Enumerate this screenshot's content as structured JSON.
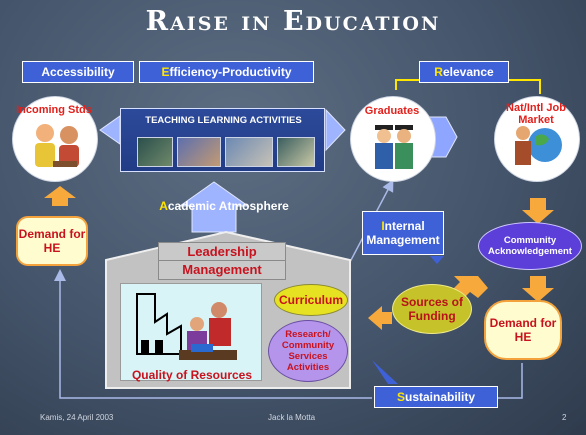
{
  "title": "Raise in Education",
  "top_boxes": {
    "accessibility": "Accessibility",
    "efficiency_initial": "E",
    "efficiency_rest": "fficiency-Productivity",
    "relevance_initial": "R",
    "relevance_rest": "elevance"
  },
  "stage_labels": {
    "incoming": "Incoming Stds",
    "graduates": "Graduates",
    "job_market": "Nat/Intl Job Market"
  },
  "teaching": "TEACHING LEARNING ACTIVITIES",
  "academic_initial": "A",
  "academic_rest": "cademic Atmosphere",
  "demand_left": "Demand for HE",
  "demand_right": "Demand for HE",
  "internal_initial": "I",
  "internal_rest": "nternal Management",
  "community": "Community Acknowledgement",
  "sources": "Sources of Funding",
  "leadership": "Leadership",
  "management": "Management",
  "curriculum": "Curriculum",
  "research": "Research/ Community Services Activities",
  "quality": "Quality of Resources",
  "sustainability_initial": "S",
  "sustainability_rest": "ustainability",
  "footer": {
    "left": "Kamis, 24 April 2003",
    "center": "Jack la Motta",
    "page": "2"
  },
  "colors": {
    "background": "#44546a",
    "box_blue": "#3f61d8",
    "initial_yellow": "#ffe600",
    "stage_red": "#e3201b",
    "arrow_blue": "#9fb4ff",
    "arrow_orange": "#f7a93c",
    "cream": "#fffdd0"
  }
}
